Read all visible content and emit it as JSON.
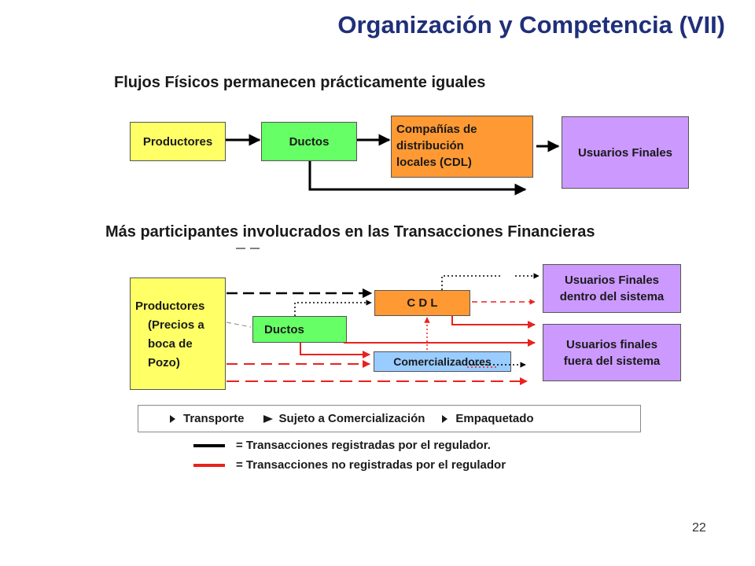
{
  "slide": {
    "title": "Organización y Competencia (VII)",
    "page_number": "22"
  },
  "physical": {
    "heading": "Flujos Físicos permanecen prácticamente iguales",
    "producers": "Productores",
    "pipelines": "Ductos",
    "ldc_line1": "Compañías de",
    "ldc_line2": "distribución",
    "ldc_line3": "locales (CDL)",
    "end_users": "Usuarios Finales"
  },
  "financial": {
    "heading": "Más participantes involucrados en las Transacciones Financieras",
    "producers_line1": "Productores",
    "producers_line2": "(Precios a",
    "producers_line3": "boca de",
    "producers_line4": "Pozo)",
    "pipelines": "Ductos",
    "cdl": "C D L",
    "marketers": "Comercializadores",
    "users_in_line1": "Usuarios Finales",
    "users_in_line2": "dentro del sistema",
    "users_out_line1": "Usuarios finales",
    "users_out_line2": "fuera del sistema"
  },
  "legend": {
    "transport": "Transporte",
    "subject_to_marketing": "Sujeto a Comercialización",
    "bundled": "Empaquetado"
  },
  "key": {
    "registered": "= Transacciones registradas por el regulador.",
    "unregistered": "= Transacciones no registradas por el regulador"
  },
  "colors": {
    "title": "#1f2f7a",
    "registered_line": "#000000",
    "unregistered_line": "#e8231f"
  }
}
